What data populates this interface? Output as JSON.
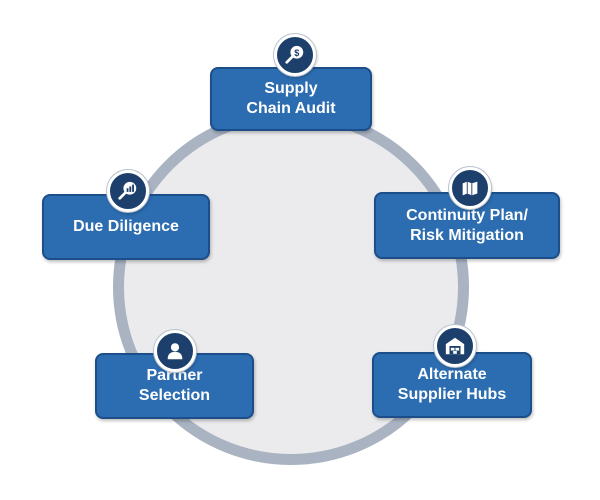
{
  "diagram": {
    "nodes": [
      {
        "id": "audit",
        "icon": "magnifier-dollar-icon",
        "lines": [
          "Supply",
          "Chain Audit"
        ]
      },
      {
        "id": "continuity",
        "icon": "map-document-icon",
        "lines": [
          "Continuity Plan/",
          "Risk Mitigation"
        ]
      },
      {
        "id": "hubs",
        "icon": "warehouse-icon",
        "lines": [
          "Alternate",
          "Supplier Hubs"
        ]
      },
      {
        "id": "partner",
        "icon": "person-icon",
        "lines": [
          "Partner",
          "Selection"
        ]
      },
      {
        "id": "diligence",
        "icon": "magnifier-chart-icon",
        "lines": [
          "Due Diligence"
        ]
      }
    ]
  },
  "colors": {
    "card_fill": "#2c6cb0",
    "card_border": "#1c4f8a",
    "badge_fill": "#1d3f6b",
    "ring_stroke": "#a9b3c1",
    "ring_fill": "#ebebee"
  }
}
